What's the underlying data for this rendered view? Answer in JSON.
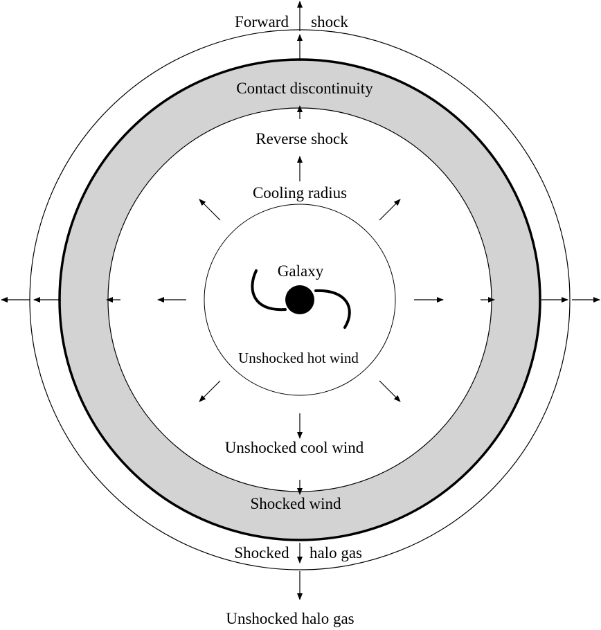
{
  "diagram": {
    "labels": {
      "forward_shock_left": "Forward",
      "forward_shock_right": "shock",
      "contact_discontinuity": "Contact discontinuity",
      "reverse_shock": "Reverse shock",
      "cooling_radius": "Cooling radius",
      "galaxy": "Galaxy",
      "unshocked_hot_wind": "Unshocked hot wind",
      "unshocked_cool_wind": "Unshocked cool wind",
      "shocked_wind": "Shocked wind",
      "shocked_halo_gas_left": "Shocked",
      "shocked_halo_gas_right": "halo gas",
      "unshocked_halo_gas": "Unshocked halo gas"
    },
    "colors": {
      "shocked_wind_fill": "#d3d3d3",
      "stroke": "#000000",
      "galaxy": "#000000"
    },
    "icons": {
      "galaxy": "spiral-galaxy-icon",
      "arrows": "outward-arrow-icon"
    }
  }
}
